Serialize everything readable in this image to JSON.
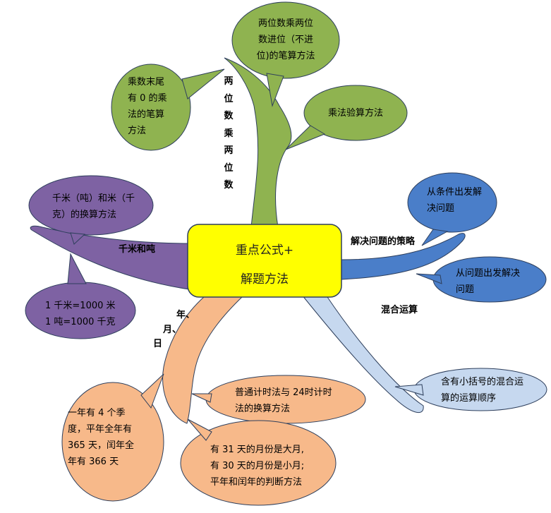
{
  "colors": {
    "green": "#8fb350",
    "purple": "#7e62a3",
    "blue": "#4a7ec9",
    "light_blue": "#c6d8ef",
    "orange": "#f7b98a",
    "center_fill": "#ffff00",
    "stroke": "#2e3f5c"
  },
  "center": {
    "line1": "重点公式+",
    "line2": "解题方法"
  },
  "branches": {
    "green": {
      "label": "两\n位\n数\n乘\n两\n位\n数",
      "bubbles": [
        "两位数乘两位\n数进位（不进\n位)的笔算方法",
        "乘数末尾\n有 0 的乘\n法的笔算\n方法",
        "乘法验算方法"
      ]
    },
    "purple": {
      "label": "千米和吨",
      "bubbles": [
        "千米（吨）和米（千\n克）的换算方法",
        "1 千米=1000 米\n1 吨=1000 千克"
      ]
    },
    "blue": {
      "label": "解决问题的策略",
      "bubbles": [
        "从条件出发解\n决问题",
        "从问题出发解决\n问题"
      ]
    },
    "light_blue": {
      "label": "混合运算",
      "bubbles": [
        "含有小括号的混合运\n算的运算顺序"
      ]
    },
    "orange": {
      "label_year": "年、",
      "label_month": "月、",
      "label_day": "日",
      "bubbles": [
        "普通计时法与 24时计时\n法的换算方法",
        "一年有  4  个季\n度，平年全年有\n365 天，闰年全\n年有 366 天",
        "有 31 天的月份是大月,\n有 30 天的月份是小月;\n平年和闰年的判断方法"
      ]
    }
  }
}
